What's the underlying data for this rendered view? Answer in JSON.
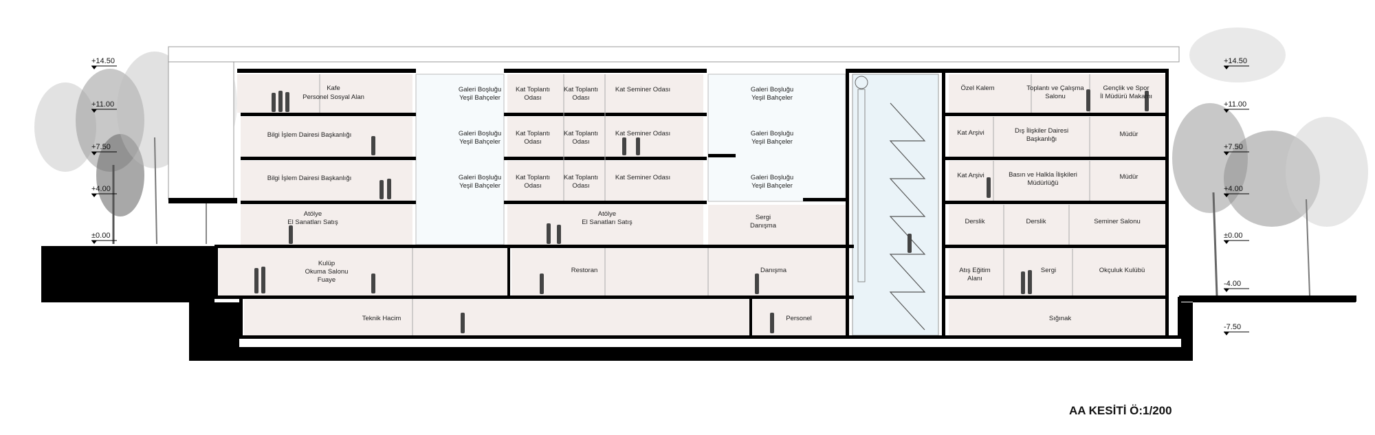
{
  "title": "AA KESİTİ Ö:1/200",
  "levels": [
    "+14.50",
    "+11.00",
    "+7.50",
    "+4.00",
    "±0.00",
    "-4.00",
    "-7.50"
  ],
  "rooms": {
    "kafe": "Kafe",
    "personel_sosyal": "Personel Sosyal Alan",
    "bilgi_islem_1": "Bilgi İşlem Dairesi Başkanlığı",
    "bilgi_islem_2": "Bilgi İşlem Dairesi Başkanlığı",
    "atolye_1_a": "Atölye",
    "atolye_1_b": "El Sanatları Satış",
    "kulup_a": "Kulüp",
    "kulup_b": "Okuma Salonu",
    "kulup_c": "Fuaye",
    "teknik_hacim": "Teknik Hacim",
    "galeri_a_1": "Galeri Boşluğu",
    "galeri_a_2": "Yeşil Bahçeler",
    "kat_toplanti": "Kat Toplantı",
    "odasi": "Odası",
    "kat_seminer": "Kat Seminer Odası",
    "atolye_2_a": "Atölye",
    "atolye_2_b": "El Sanatları Satış",
    "restoran": "Restoran",
    "galeri_b_1": "Galeri Boşluğu",
    "galeri_b_2": "Yeşil Bahçeler",
    "sergi_1": "Sergi",
    "danisma_1": "Danışma",
    "danisma_2": "Danışma",
    "personel": "Personel",
    "ozel_kalem": "Özel Kalem",
    "toplanti_calisma_a": "Toplantı ve Çalışma",
    "toplanti_calisma_b": "Salonu",
    "genclik_a": "Gençlik ve Spor",
    "genclik_b": "İl Müdürü Makamı",
    "kat_arsivi_1": "Kat Arşivi",
    "dis_iliskiler_a": "Dış İlişkiler Dairesi",
    "dis_iliskiler_b": "Başkanlığı",
    "mudur_1": "Müdür",
    "kat_arsivi_2": "Kat Arşivi",
    "basin_a": "Basın ve Halkla İlişkileri",
    "basin_b": "Müdürlüğü",
    "mudur_2": "Müdür",
    "derslik_1": "Derslik",
    "derslik_2": "Derslik",
    "seminer_salonu": "Seminer Salonu",
    "atis_a": "Atış Eğitim",
    "atis_b": "Alanı",
    "sergi_2": "Sergi",
    "okculuk": "Okçuluk Kulübü",
    "siginak": "Sığınak"
  }
}
